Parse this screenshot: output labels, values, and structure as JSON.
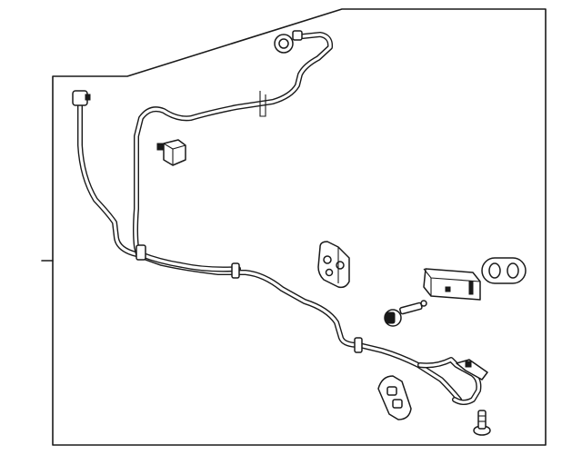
{
  "diagram": {
    "line_color": "#1a1a1a",
    "background": "#ffffff",
    "parts": [
      {
        "name": "suction-hose-assembly",
        "icon": "tube-icon"
      },
      {
        "name": "liquid-line",
        "icon": "tube-icon"
      },
      {
        "name": "o-ring-seal",
        "icon": "ring-icon"
      },
      {
        "name": "hose-clip",
        "icon": "clip-icon"
      },
      {
        "name": "bracket",
        "icon": "bracket-icon"
      },
      {
        "name": "bolt",
        "icon": "bolt-icon"
      },
      {
        "name": "insulator-block",
        "icon": "block-icon"
      },
      {
        "name": "gasket",
        "icon": "gasket-icon"
      },
      {
        "name": "retainer-plate",
        "icon": "plate-icon"
      },
      {
        "name": "push-pin-fastener",
        "icon": "pin-icon"
      }
    ]
  }
}
